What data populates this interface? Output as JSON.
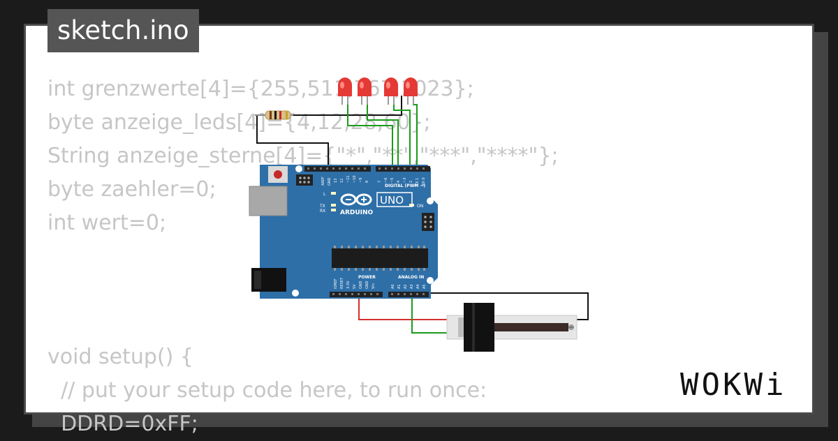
{
  "header": {
    "title": "sketch.ino"
  },
  "code_lines": [
    "int grenzwerte[4]={255,511,767,1023};",
    "byte anzeige_leds[4]={4,12,28,60};",
    "String anzeige_sterne[4]={\"*\",\"**\",\"***\",\"****\"};",
    "byte zaehler=0;",
    "int wert=0;",
    "",
    "",
    "",
    "void setup() {",
    "  // put your setup code here, to run once:",
    "  DDRD=0xFF;"
  ],
  "board": {
    "brand": "ARDUINO",
    "model": "UNO",
    "digital_label": "DIGITAL (PWM ~)",
    "power_label": "POWER",
    "analog_label": "ANALOG IN",
    "on_label": "ON",
    "led_labels": [
      "L",
      "TX",
      "RX"
    ],
    "top_pins": [
      "AREF",
      "GND",
      "13",
      "12",
      "~11",
      "~10",
      "~9",
      "8",
      "7",
      "~6",
      "~5",
      "4",
      "~3",
      "2",
      "TX 1",
      "RX 0"
    ],
    "bottom_pins": [
      "IOREF",
      "RESET",
      "3.3V",
      "5V",
      "GND",
      "GND",
      "Vin",
      "A0",
      "A1",
      "A2",
      "A3",
      "A4",
      "A5"
    ]
  },
  "brand_logo": "WOKWi",
  "colors": {
    "board": "#2e6fa8",
    "led": "#e53935",
    "wire_green": "#1a9b1a",
    "wire_red": "#d32f2f",
    "wire_black": "#111111"
  },
  "icons": [
    "resistor-icon",
    "led-icon",
    "potentiometer-icon",
    "usb-port-icon",
    "power-jack-icon",
    "reset-button-icon",
    "microcontroller-chip-icon"
  ]
}
